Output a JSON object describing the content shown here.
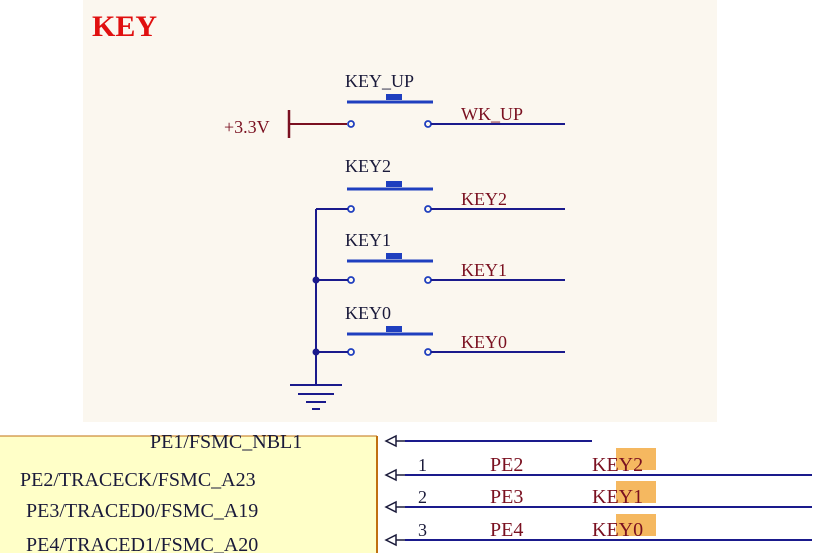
{
  "title": "KEY",
  "power_label": "+3.3V",
  "switches": [
    {
      "name": "KEY_UP",
      "net": "WK_UP"
    },
    {
      "name": "KEY2",
      "net": "KEY2"
    },
    {
      "name": "KEY1",
      "net": "KEY1"
    },
    {
      "name": "KEY0",
      "net": "KEY0"
    }
  ],
  "mcu_pins": [
    {
      "label": "PE1/FSMC_NBL1"
    },
    {
      "label": "PE2/TRACECK/FSMC_A23",
      "number": "1",
      "port": "PE2",
      "net": "KEY2"
    },
    {
      "label": "PE3/TRACED0/FSMC_A19",
      "number": "2",
      "port": "PE3",
      "net": "KEY1"
    },
    {
      "label": "PE4/TRACED1/FSMC_A20",
      "number": "3",
      "port": "PE4",
      "net": "KEY0"
    }
  ],
  "colors": {
    "panel": "#fbf7ef",
    "wire": "#1a1a8c",
    "switch": "#1f3fbf",
    "net_label": "#7a1020",
    "title": "#e01010",
    "pin_box": "#ffffc8",
    "pin_border": "#c07010",
    "highlight": "#f5b860"
  }
}
